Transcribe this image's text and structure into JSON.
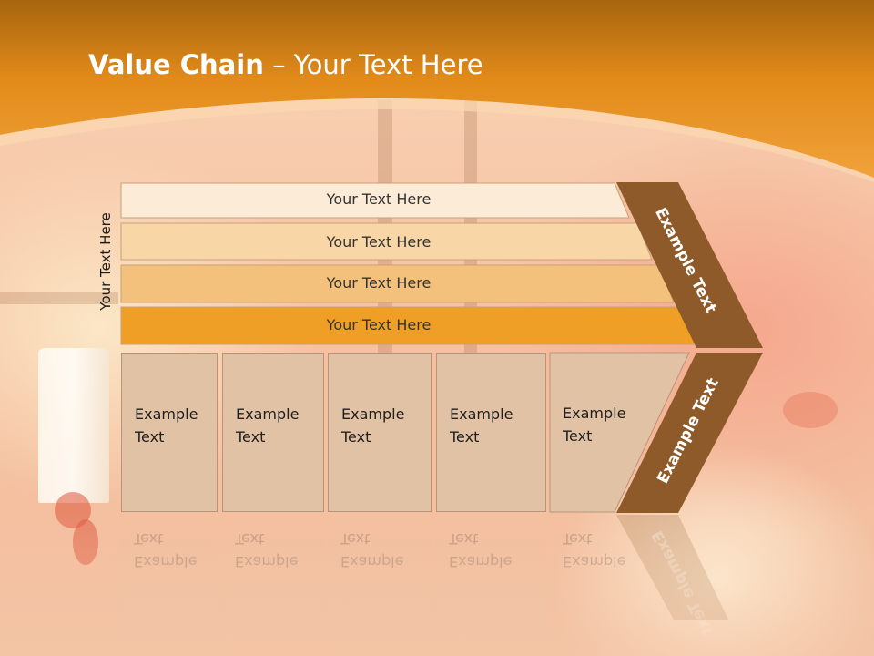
{
  "slide": {
    "title_bold": "Value Chain",
    "title_rest": " – Your Text Here",
    "side_label": "Your Text Here"
  },
  "bands": [
    {
      "label": "Your Text Here",
      "color": "#fcebd6"
    },
    {
      "label": "Your Text Here",
      "color": "#f8d6a6"
    },
    {
      "label": "Your Text Here",
      "color": "#f4c17c"
    },
    {
      "label": "Your Text Here",
      "color": "#ef9f25"
    }
  ],
  "activities": [
    {
      "line1": "Example",
      "line2": "Text"
    },
    {
      "line1": "Example",
      "line2": "Text"
    },
    {
      "line1": "Example",
      "line2": "Text"
    },
    {
      "line1": "Example",
      "line2": "Text"
    },
    {
      "line1": "Example",
      "line2": "Text"
    }
  ],
  "chevron": {
    "upper_label": "Example Text",
    "lower_label": "Example Text",
    "color": "#8e5a2a"
  },
  "colors": {
    "header": "#e8911c",
    "box_fill": "#e2c2a4",
    "box_border": "#b8957a"
  }
}
